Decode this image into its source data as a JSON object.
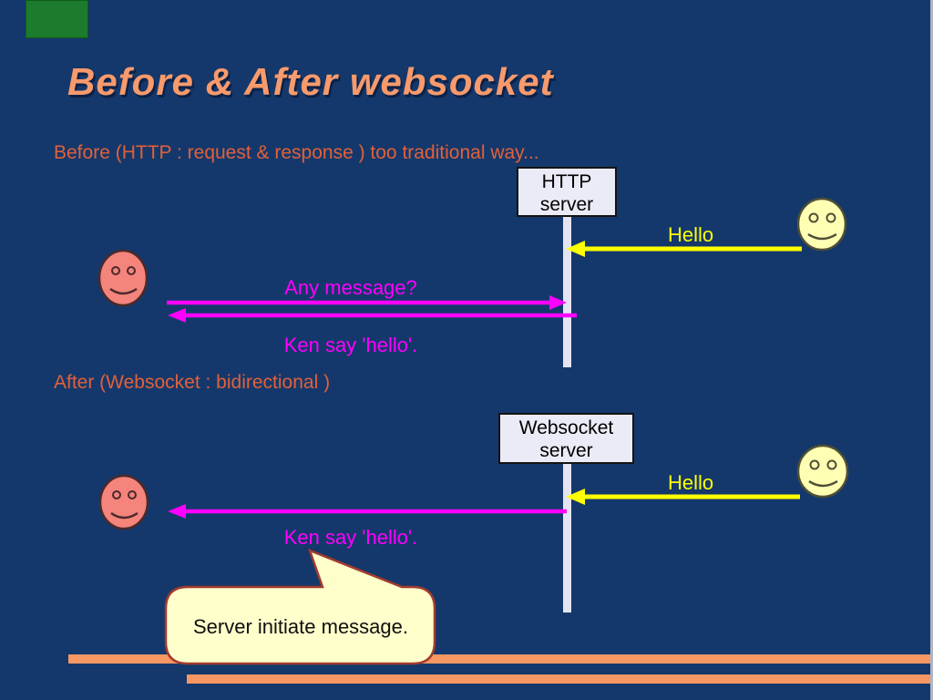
{
  "slide": {
    "title": "Before & After websocket",
    "colors": {
      "background": "#14386B",
      "title_orange": "#F89A6C",
      "heading_orange": "#E2603A",
      "magenta": "#FF00FF",
      "yellow": "#FFFF00",
      "server_box_fill": "#EBEBF7",
      "lifeline_fill": "#E4E4F2",
      "smiley_yellow": "#FFFFB4",
      "smiley_pink": "#F4847C",
      "callout_fill": "#FFFFCC",
      "callout_border": "#A33B2E",
      "footer_bar_orange": "#F79763",
      "corner_marker_green": "#1C7B2C"
    },
    "icons": {
      "left_client": "pink-smiley-face-icon",
      "right_client": "yellow-smiley-face-icon",
      "corner_marker": "green-rectangle-marker",
      "callout": "speech-bubble"
    }
  },
  "before": {
    "heading": "Before (HTTP : request & response ) too traditional way...",
    "server_line1": "HTTP",
    "server_line2": "server",
    "hello_label": "Hello",
    "request_label": "Any message?",
    "response_label": "Ken say 'hello'."
  },
  "after": {
    "heading": "After (Websocket : bidirectional )",
    "server_line1": "Websocket",
    "server_line2": "server",
    "hello_label": "Hello",
    "response_label": "Ken say 'hello'.",
    "callout_label": "Server initiate message."
  }
}
